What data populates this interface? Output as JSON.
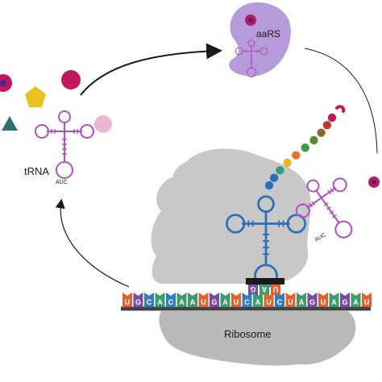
{
  "labels": {
    "trna": "tRNA",
    "aars": "aaRS",
    "anticodon_left": "AUC",
    "anticodon_right": "AUC",
    "ribosome": "Ribosome"
  },
  "ribosome_anticodon": [
    "G",
    "A",
    "U"
  ],
  "mrna": [
    "U",
    "G",
    "C",
    "A",
    "C",
    "A",
    "A",
    "U",
    "G",
    "A",
    "U",
    "C",
    "A",
    "U",
    "C",
    "U",
    "A",
    "G",
    "U",
    "A",
    "G",
    "A",
    "U"
  ],
  "nucleotide_colors": {
    "A": "#3a9d6a",
    "U": "#e0622f",
    "G": "#7a4aa8",
    "C": "#2f7fbf"
  },
  "colors": {
    "trna_free": "#b24fc2",
    "trna_bound": "#2d6fb6",
    "aars_enzyme": "#b79ad9",
    "ribosome": "#c8c8c8",
    "amino_acids": [
      "#c2185b",
      "#e8c21e",
      "#2e6f6f",
      "#e8b7d0",
      "#c0392b"
    ]
  },
  "peptide_chain_colors": [
    "#c2185b",
    "#c0392b",
    "#8a6a28",
    "#5b8a2f",
    "#3c9c43",
    "#e8742c",
    "#efb71c",
    "#2e9c8c",
    "#2d6fb6",
    "#2d6fb6"
  ]
}
